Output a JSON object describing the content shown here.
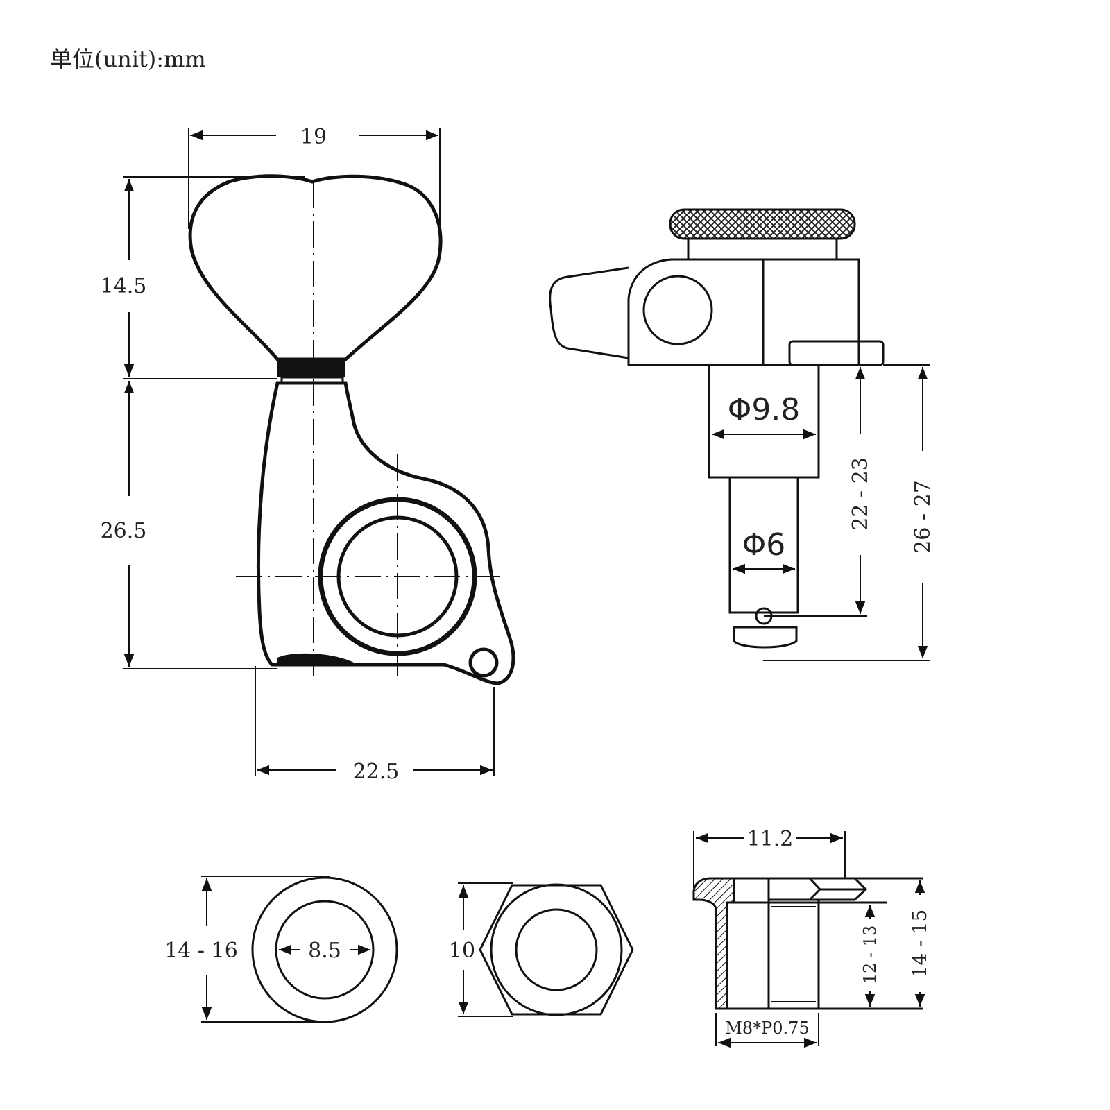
{
  "unit_label": "单位(unit):mm",
  "front_view": {
    "width_top": "19",
    "knob_height": "14.5",
    "body_height": "26.5",
    "width_bottom": "22.5"
  },
  "side_view": {
    "post_diameter": "Φ9.8",
    "shaft_diameter": "Φ6",
    "length_short": "22 - 23",
    "length_long": "26 - 27"
  },
  "washer": {
    "outer_diameter": "14 - 16",
    "inner_diameter": "8.5"
  },
  "hex_nut": {
    "height": "10"
  },
  "bushing": {
    "width": "11.2",
    "height_inner": "12 - 13",
    "height_outer": "14 - 15",
    "thread": "M8*P0.75"
  },
  "colors": {
    "line": "#111111",
    "background": "#ffffff"
  }
}
